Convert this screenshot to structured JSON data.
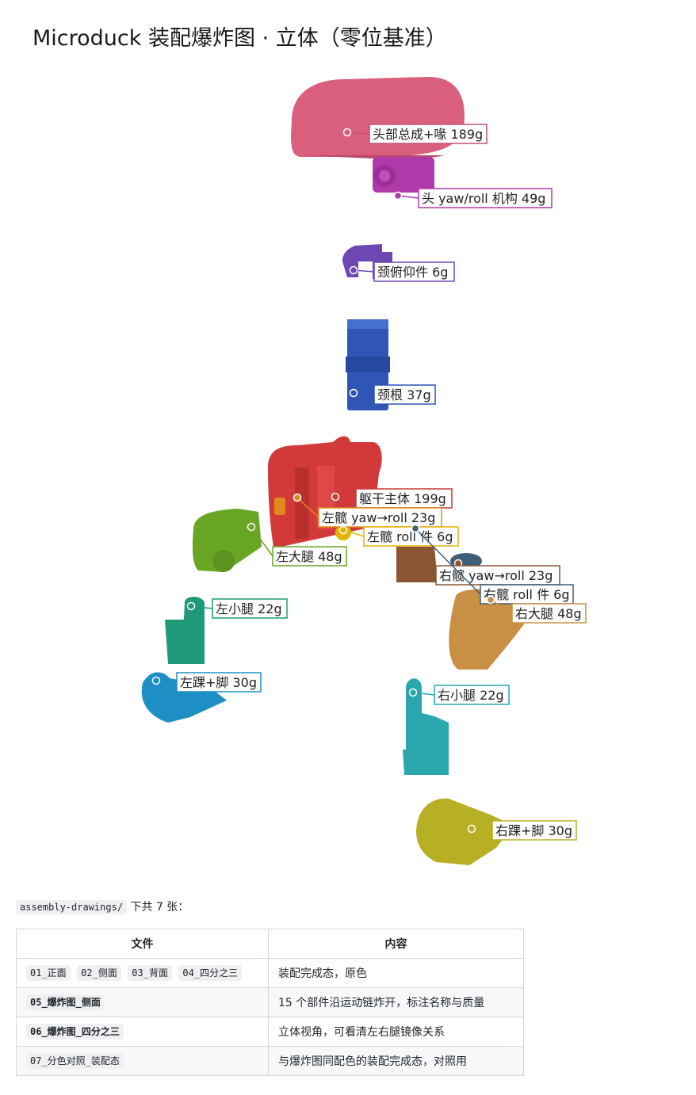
{
  "title": "Microduck 装配爆炸图 · 立体（零位基准）",
  "parts": [
    {
      "label": "头部总成+喙 189g",
      "color": "#d95f7d",
      "edge": "#c2537a"
    },
    {
      "label": "头 yaw/roll 机构 49g",
      "color": "#b03aaa",
      "edge": "#b03aaa"
    },
    {
      "label": "颈俯仰件 6g",
      "color": "#6e47b5",
      "edge": "#6e47b5"
    },
    {
      "label": "颈根 37g",
      "color": "#2f55b5",
      "edge": "#2f55b5"
    },
    {
      "label": "躯干主体 199g",
      "color": "#d23a3a",
      "edge": "#c23b3b"
    },
    {
      "label": "左髋 yaw→roll 23g",
      "color": "#e08a1e",
      "edge": "#e08a1e"
    },
    {
      "label": "左髋 roll 件 6g",
      "color": "#e0b400",
      "edge": "#e0b400"
    },
    {
      "label": "左大腿 48g",
      "color": "#6aa625",
      "edge": "#6aa625"
    },
    {
      "label": "右髋 yaw→roll 23g",
      "color": "#8a5530",
      "edge": "#8a5530"
    },
    {
      "label": "右髋 roll 件 6g",
      "color": "#3f5e78",
      "edge": "#3f5e78"
    },
    {
      "label": "右大腿 48g",
      "color": "#c98f44",
      "edge": "#c98f44"
    },
    {
      "label": "左小腿 22g",
      "color": "#1f9a78",
      "edge": "#1f9a78"
    },
    {
      "label": "左踝+脚 30g",
      "color": "#1e8fc4",
      "edge": "#1e8fc4"
    },
    {
      "label": "右小腿 22g",
      "color": "#2aa6ad",
      "edge": "#2aa6ad"
    },
    {
      "label": "右踝+脚 30g",
      "color": "#b8b024",
      "edge": "#b8b024"
    }
  ],
  "intro": {
    "folder": "assembly-drawings/",
    "text": "下共 7 张："
  },
  "table": {
    "headers": [
      "文件",
      "内容"
    ],
    "rows": [
      {
        "files": [
          "01_正面",
          "02_侧面",
          "03_背面",
          "04_四分之三"
        ],
        "content": "装配完成态，原色"
      },
      {
        "files": [
          "05_爆炸图_侧面"
        ],
        "content": "15 个部件沿运动链炸开，标注名称与质量"
      },
      {
        "files": [
          "06_爆炸图_四分之三"
        ],
        "content": "立体视角，可看清左右腿镜像关系"
      },
      {
        "files": [
          "07_分色对照_装配态"
        ],
        "content": "与爆炸图同配色的装配完成态，对照用"
      }
    ]
  }
}
